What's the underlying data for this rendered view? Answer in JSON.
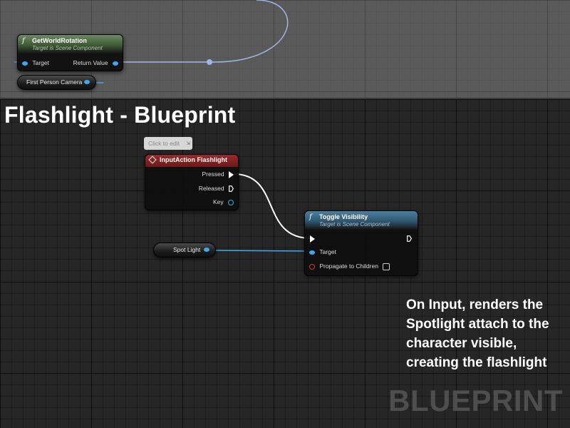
{
  "top_graph": {
    "get_world_rotation": {
      "title": "GetWorldRotation",
      "subtitle": "Target is Scene Component",
      "target_label": "Target",
      "return_label": "Return Value"
    },
    "first_person_camera": {
      "label": "First Person Camera"
    }
  },
  "heading": "Flashlight - Blueprint",
  "comment_bubble": {
    "text": "Click to edit"
  },
  "input_action": {
    "title": "InputAction Flashlight",
    "pins": {
      "pressed": "Pressed",
      "released": "Released",
      "key": "Key"
    }
  },
  "toggle_visibility": {
    "title": "Toggle Visibility",
    "subtitle": "Target is Scene Component",
    "pins": {
      "target": "Target",
      "propagate": "Propagate to Children"
    }
  },
  "spot_light": {
    "label": "Spot Light"
  },
  "description": "On Input, renders the Spotlight attach to the character visible, creating the flashlight",
  "watermark": "BLUEPRINT",
  "colors": {
    "exec_pin": "#ffffff",
    "object_pin": "#3ea8f0",
    "bool_pin": "#cc3333",
    "function_header_green": "#3e5a35",
    "function_header_blue": "#2f5670",
    "event_header_red": "#8a2222"
  },
  "icons": {
    "function": "function-f-icon",
    "event": "event-diamond-icon"
  }
}
